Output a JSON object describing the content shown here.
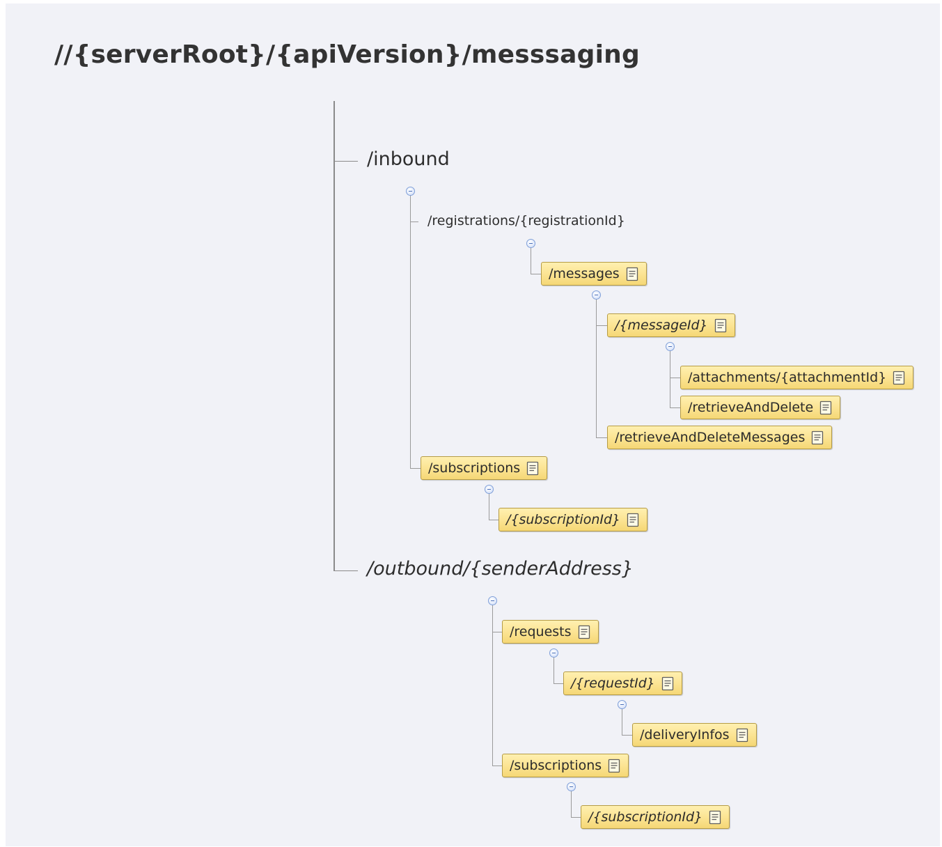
{
  "title": "//{serverRoot}/{apiVersion}/messsaging",
  "icons": {
    "note": "note-icon",
    "collapse": "collapse-icon"
  },
  "colors": {
    "background": "#f1f2f7",
    "node_fill": "#fbe391",
    "node_border": "#b59b45",
    "connector": "#8a8a8a",
    "collapse_toggle": "#7f9fd8"
  },
  "tree": {
    "inbound": {
      "label": "/inbound",
      "registrations": {
        "label": "/registrations/{registrationId}",
        "messages": {
          "label": "/messages",
          "message_id": {
            "label": "/{messageId}",
            "attachments": {
              "label": "/attachments/{attachmentId}"
            },
            "retrieve_and_delete": {
              "label": "/retrieveAndDelete"
            }
          },
          "retrieve_and_delete_messages": {
            "label": "/retrieveAndDeleteMessages"
          }
        }
      },
      "subscriptions": {
        "label": "/subscriptions",
        "subscription_id": {
          "label": "/{subscriptionId}"
        }
      }
    },
    "outbound": {
      "label": "/outbound/{senderAddress}",
      "requests": {
        "label": "/requests",
        "request_id": {
          "label": "/{requestId}",
          "delivery_infos": {
            "label": "/deliveryInfos"
          }
        }
      },
      "subscriptions": {
        "label": "/subscriptions",
        "subscription_id": {
          "label": "/{subscriptionId}"
        }
      }
    }
  }
}
